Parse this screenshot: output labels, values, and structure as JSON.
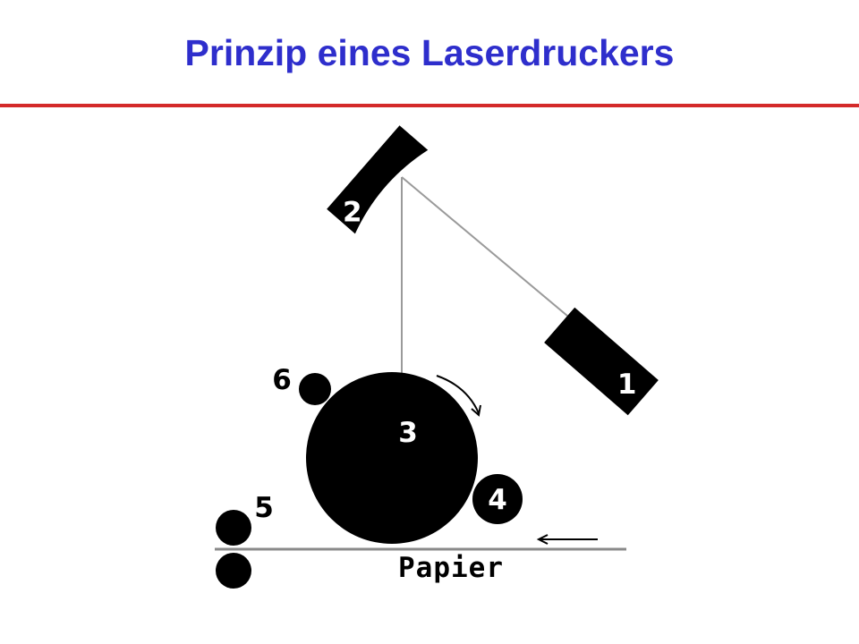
{
  "title": "Prinzip eines Laserdruckers",
  "colors": {
    "title": "#2e2ecc",
    "rule": "#d42a2a",
    "component": "#000000",
    "beam": "#9a9a9a",
    "paper": "#8a8a8a",
    "label_on_dark": "#ffffff",
    "label_on_light": "#000000"
  },
  "labels": {
    "laser": "1",
    "mirror": "2",
    "drum": "3",
    "developer": "4",
    "fuser": "5",
    "charger": "6",
    "paper": "Papier"
  }
}
